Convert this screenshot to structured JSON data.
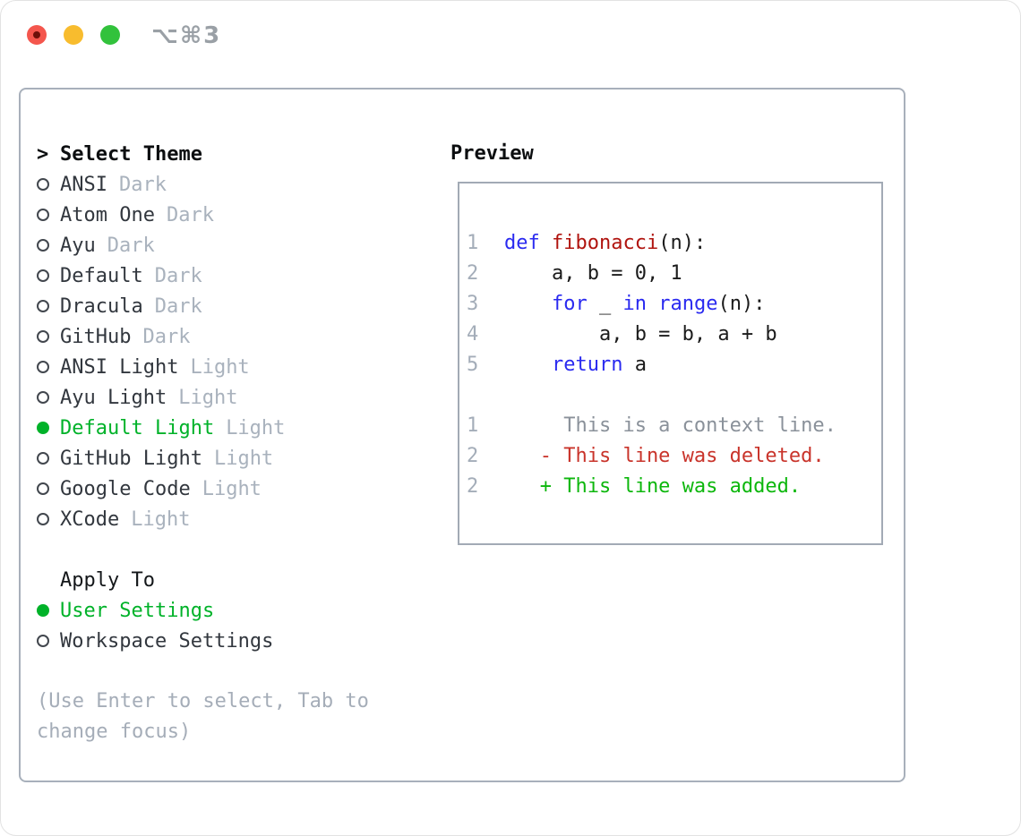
{
  "window": {
    "shortcut_label": "⌥⌘3",
    "traffic_lights": [
      {
        "name": "close-button"
      },
      {
        "name": "minimize-button"
      },
      {
        "name": "zoom-button"
      }
    ]
  },
  "theme_picker": {
    "prompt": ">",
    "title": "Select Theme",
    "items": [
      {
        "name": "ANSI",
        "variant": "Dark",
        "selected": false
      },
      {
        "name": "Atom One",
        "variant": "Dark",
        "selected": false
      },
      {
        "name": "Ayu",
        "variant": "Dark",
        "selected": false
      },
      {
        "name": "Default",
        "variant": "Dark",
        "selected": false
      },
      {
        "name": "Dracula",
        "variant": "Dark",
        "selected": false
      },
      {
        "name": "GitHub",
        "variant": "Dark",
        "selected": false
      },
      {
        "name": "ANSI Light",
        "variant": "Light",
        "selected": false
      },
      {
        "name": "Ayu Light",
        "variant": "Light",
        "selected": false
      },
      {
        "name": "Default Light",
        "variant": "Light",
        "selected": true
      },
      {
        "name": "GitHub Light",
        "variant": "Light",
        "selected": false
      },
      {
        "name": "Google Code",
        "variant": "Light",
        "selected": false
      },
      {
        "name": "XCode",
        "variant": "Light",
        "selected": false
      }
    ],
    "apply_to": {
      "title": "Apply To",
      "options": [
        {
          "name": "User Settings",
          "selected": true
        },
        {
          "name": "Workspace Settings",
          "selected": false
        }
      ]
    },
    "hint": "(Use Enter to select, Tab to change focus)"
  },
  "preview": {
    "title": "Preview",
    "code_lines": [
      {
        "number": "1",
        "tokens": [
          {
            "t": "def",
            "c": "kw"
          },
          {
            "t": " ",
            "c": "pl"
          },
          {
            "t": "fibonacci",
            "c": "fn"
          },
          {
            "t": "(n):",
            "c": "pl"
          }
        ]
      },
      {
        "number": "2",
        "tokens": [
          {
            "t": "    a, b = 0, 1",
            "c": "pl"
          }
        ]
      },
      {
        "number": "3",
        "tokens": [
          {
            "t": "    ",
            "c": "pl"
          },
          {
            "t": "for",
            "c": "kw"
          },
          {
            "t": " _ ",
            "c": "pl"
          },
          {
            "t": "in",
            "c": "kw"
          },
          {
            "t": " ",
            "c": "pl"
          },
          {
            "t": "range",
            "c": "kw"
          },
          {
            "t": "(n):",
            "c": "pl"
          }
        ]
      },
      {
        "number": "4",
        "tokens": [
          {
            "t": "        a, b = b, a + b",
            "c": "pl"
          }
        ]
      },
      {
        "number": "5",
        "tokens": [
          {
            "t": "    ",
            "c": "pl"
          },
          {
            "t": "return",
            "c": "kw"
          },
          {
            "t": " a",
            "c": "pl"
          }
        ]
      }
    ],
    "diff_lines": [
      {
        "number": "1",
        "text": "     This is a context line.",
        "type": "context"
      },
      {
        "number": "2",
        "text": "   - This line was deleted.",
        "type": "deleted"
      },
      {
        "number": "2",
        "text": "   + This line was added.",
        "type": "added"
      }
    ]
  },
  "colors": {
    "tl-red": "#f4564d",
    "tl-red-dot": "#6d1009",
    "tl-yellow": "#f8bc2e",
    "tl-green": "#32c23c",
    "shortcut": "#9aa0a6",
    "panel-border": "#a8b0bb",
    "preview-border": "#a2aab5",
    "marker": "#42474e",
    "item-text": "#32373e",
    "muted": "#a9b2bd",
    "hint": "#a5adb8",
    "accent-green": "#00b229",
    "lineno": "#a4adb9",
    "code-keyword": "#2a2af0",
    "code-function": "#b0140f",
    "code-plain": "#1b1b1b",
    "diff-context": "#8a919a",
    "diff-deleted": "#c9342b",
    "diff-added": "#0db70d"
  }
}
